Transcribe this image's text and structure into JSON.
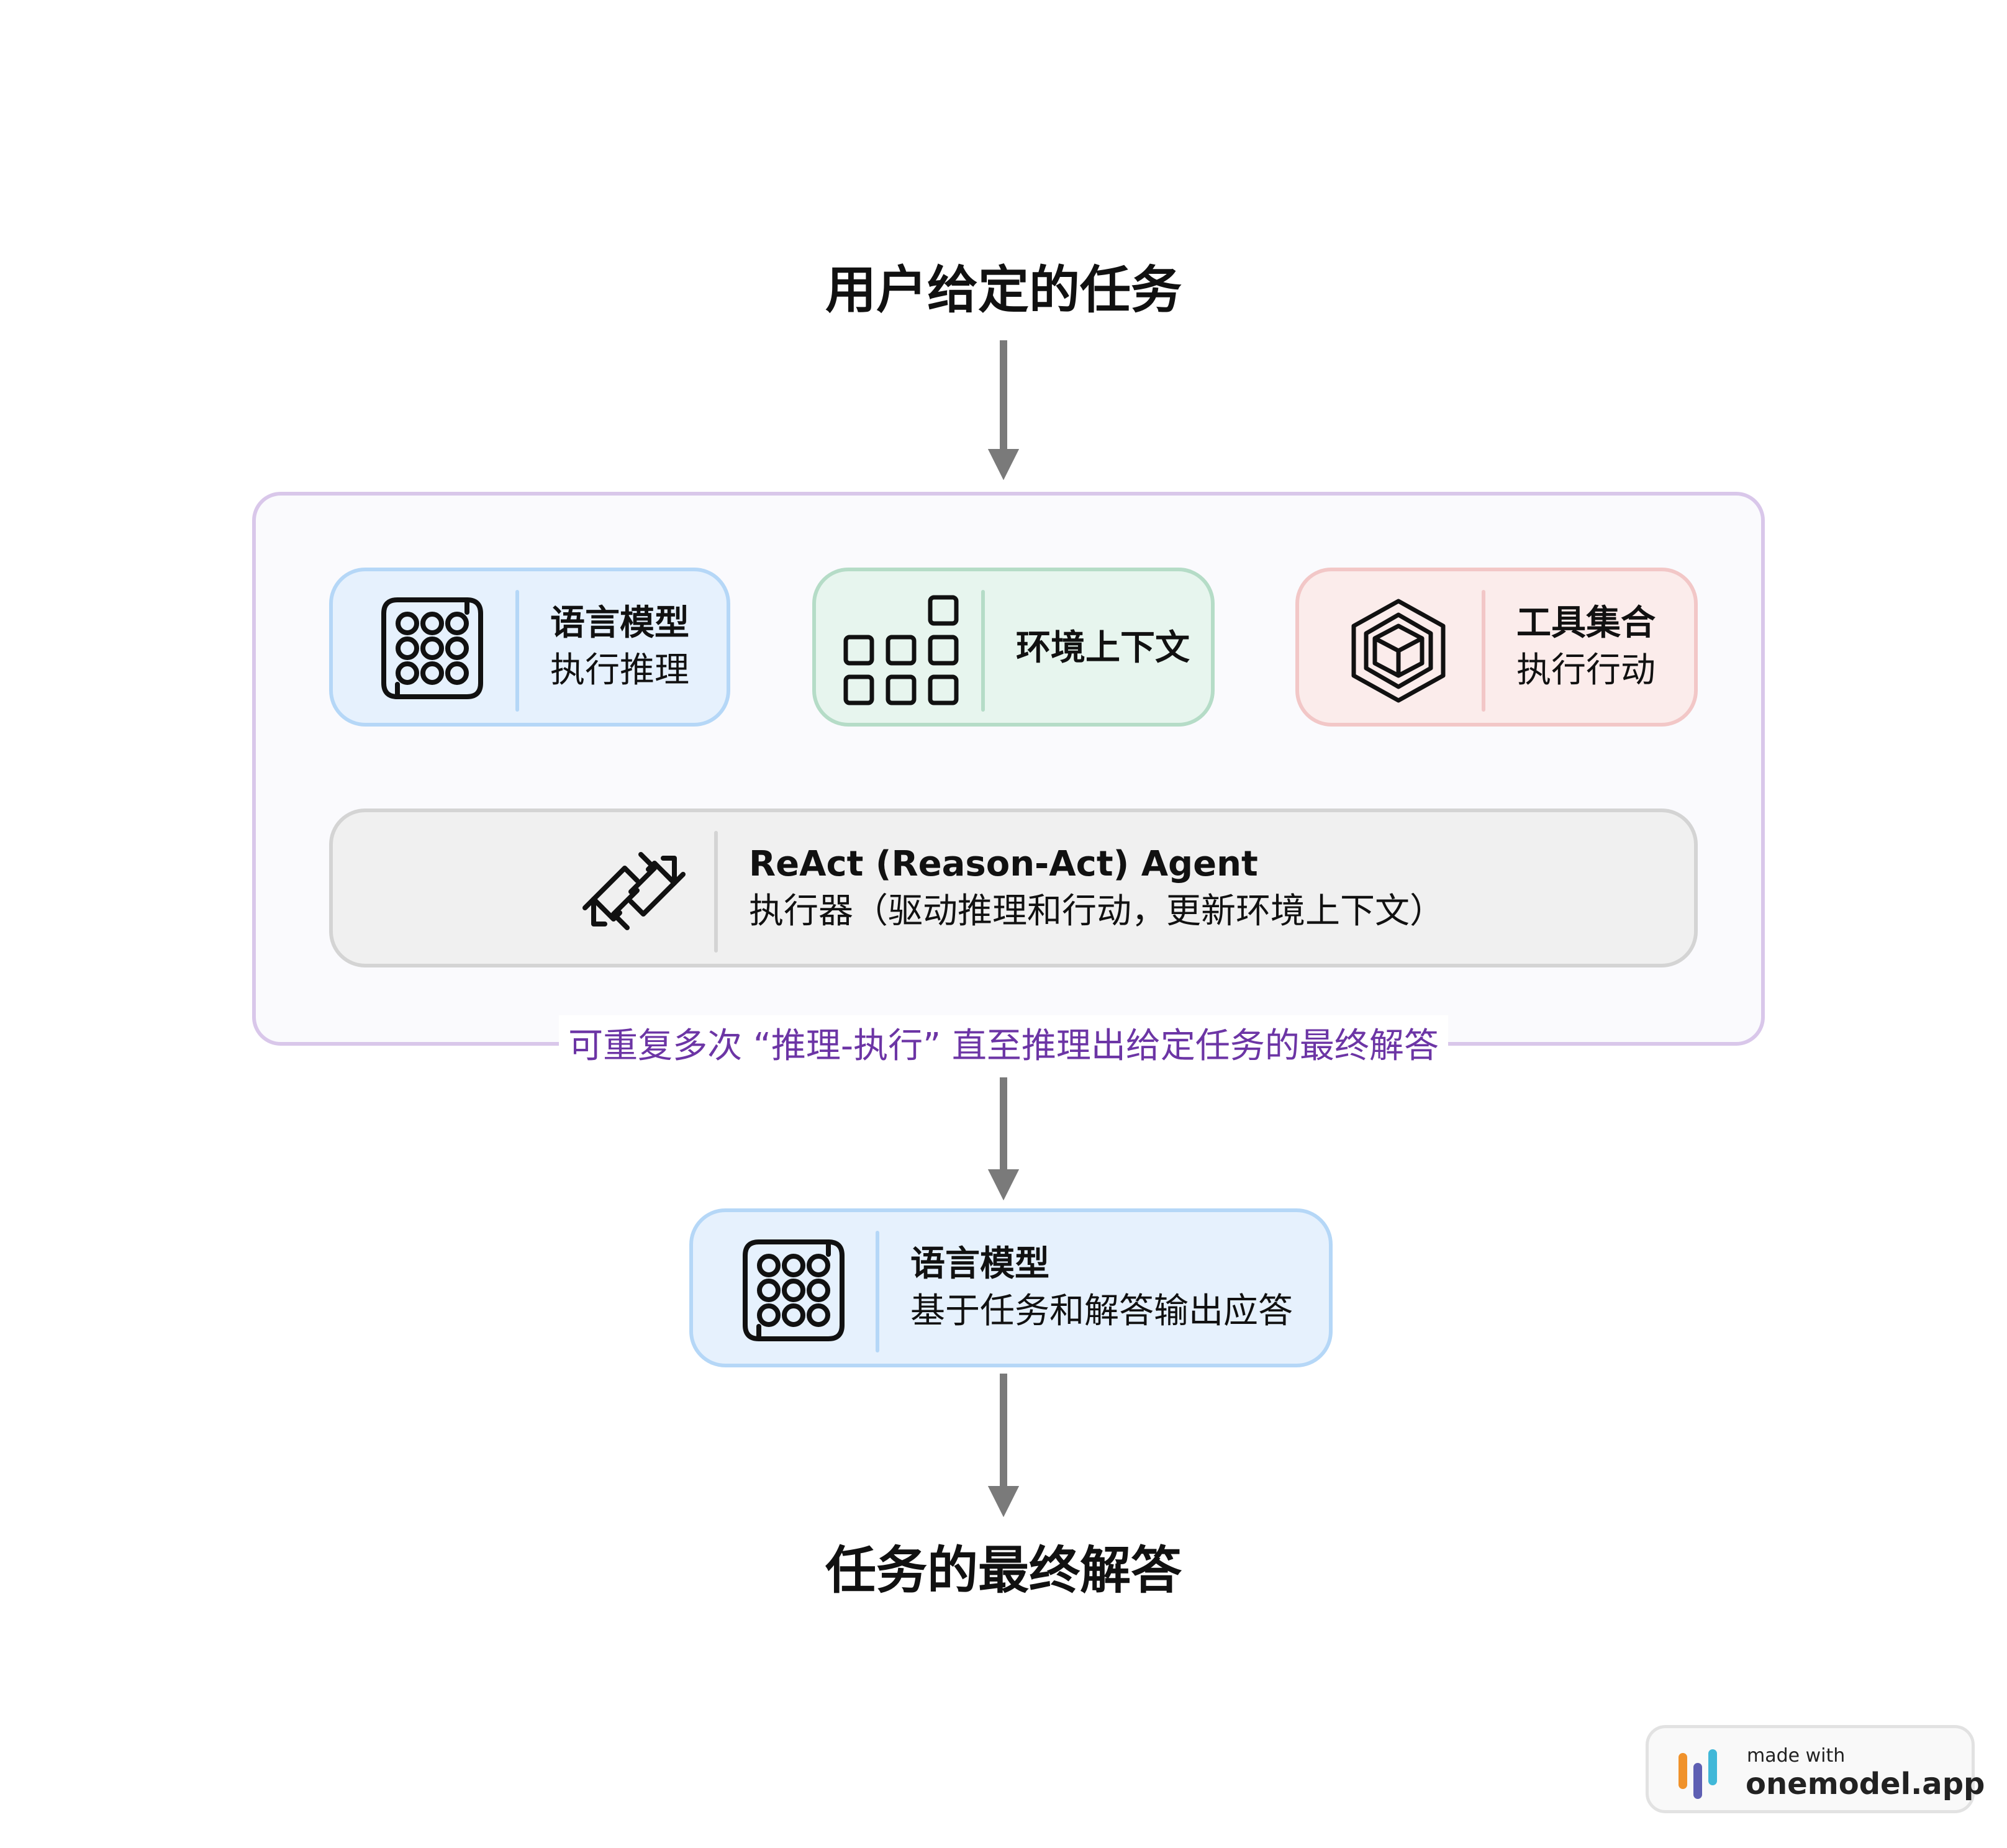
{
  "title_top": "用户给定的任务",
  "title_bottom": "任务的最终解答",
  "loop_caption": "可重复多次 “推理-执行” 直至推理出给定任务的最终解答",
  "nodes": {
    "language_model": {
      "title": "语言模型",
      "subtitle": "执行推理",
      "icon": "language-model-icon"
    },
    "env_context": {
      "title": "环境上下文",
      "icon": "context-blocks-icon"
    },
    "toolset": {
      "title": "工具集合",
      "subtitle": "执行行动",
      "icon": "toolset-cube-icon"
    },
    "agent": {
      "title": "ReAct (Reason-Act) Agent",
      "subtitle": "执行器（驱动推理和行动，更新环境上下文）",
      "icon": "agent-loop-icon"
    },
    "answer_model": {
      "title": "语言模型",
      "subtitle": "基于任务和解答输出应答",
      "icon": "language-model-icon"
    }
  },
  "colors": {
    "arrow": "#7a7a7a",
    "loop_border": "#d9c7ea",
    "loop_caption": "#6c35a5",
    "blue_fill": "#e6f1fd",
    "green_fill": "#e7f5ee",
    "red_fill": "#fbeceb",
    "gray_fill": "#f0f0f0"
  },
  "watermark": {
    "small": "made with",
    "big": "onemodel.app",
    "icon": "onemodel-logo-icon"
  }
}
